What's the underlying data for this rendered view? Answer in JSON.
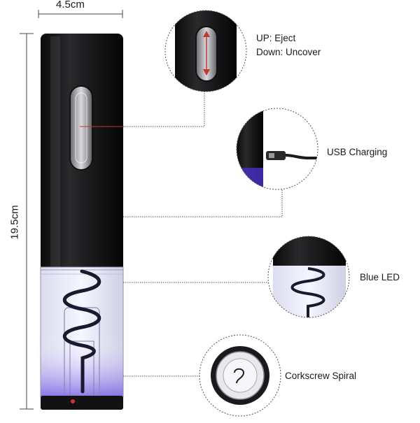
{
  "dimensions": {
    "width": "4.5cm",
    "height": "19.5cm"
  },
  "callouts": {
    "eject_button": {
      "line1": "UP: Eject",
      "line2": "Down: Uncover"
    },
    "usb_charging": {
      "label": "USB Charging"
    },
    "blue_led": {
      "label": "Blue LED"
    },
    "corkscrew": {
      "label": "Corkscrew Spiral"
    }
  },
  "colors": {
    "body": "#1c1c1e",
    "led": "#5b3fd6",
    "accent_red": "#c0392b",
    "leader_line": "#555555"
  }
}
